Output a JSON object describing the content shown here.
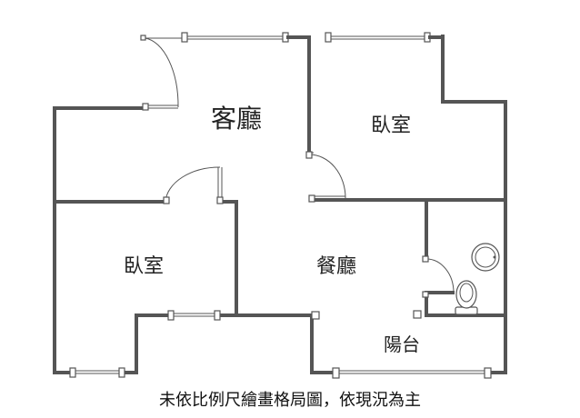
{
  "rooms": {
    "living": "客廳",
    "bedroom_right": "臥室",
    "bedroom_left": "臥室",
    "dining": "餐廳",
    "balcony": "陽台"
  },
  "caption": "未依比例尺繪畫格局圖，依現況為主"
}
